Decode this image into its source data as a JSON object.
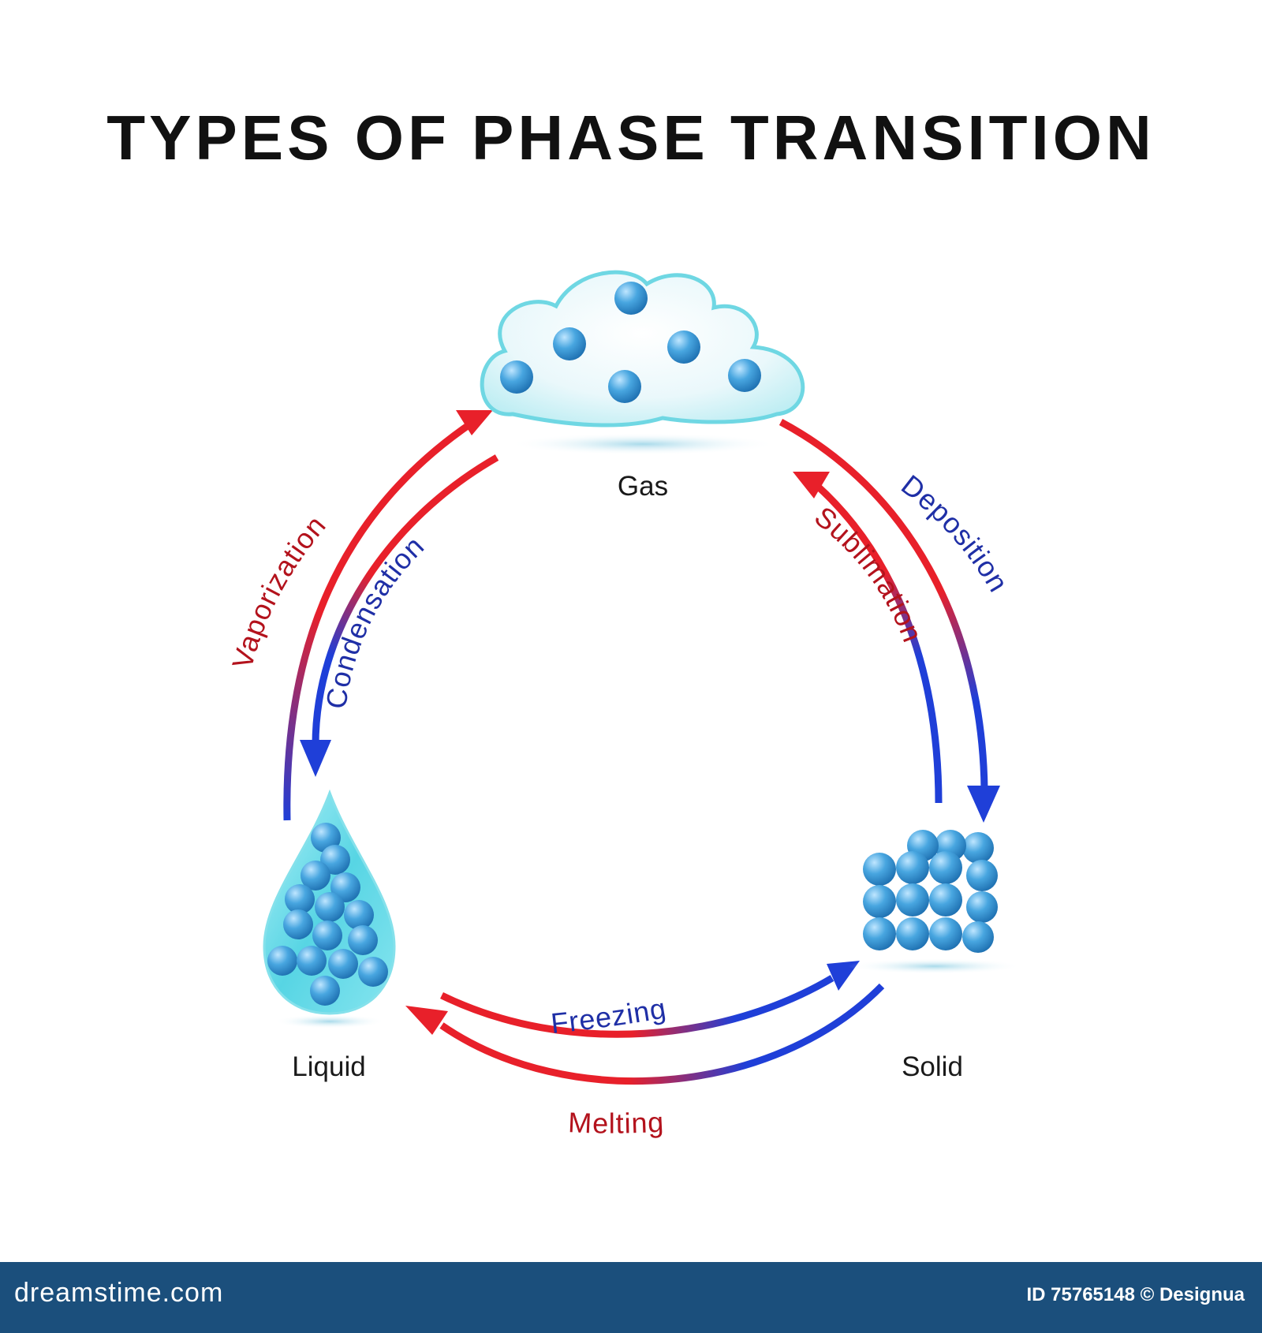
{
  "title": "TYPES OF PHASE TRANSITION",
  "phases": {
    "gas": "Gas",
    "liquid": "Liquid",
    "solid": "Solid"
  },
  "processes": {
    "vaporization": "Vaporization",
    "condensation": "Condensation",
    "sublimation": "Sublimation",
    "deposition": "Deposition",
    "freezing": "Freezing",
    "melting": "Melting"
  },
  "colors": {
    "heating": "#e8202a",
    "cooling": "#1f3fd8",
    "process_heating_text": "#b3121c",
    "process_cooling_text": "#1f2fa6",
    "molecule": "#3d9bd6",
    "footer": "#1b4f7c"
  },
  "footer": {
    "brand": "dreamstime.com",
    "credit": "ID 75765148 © Designua"
  }
}
